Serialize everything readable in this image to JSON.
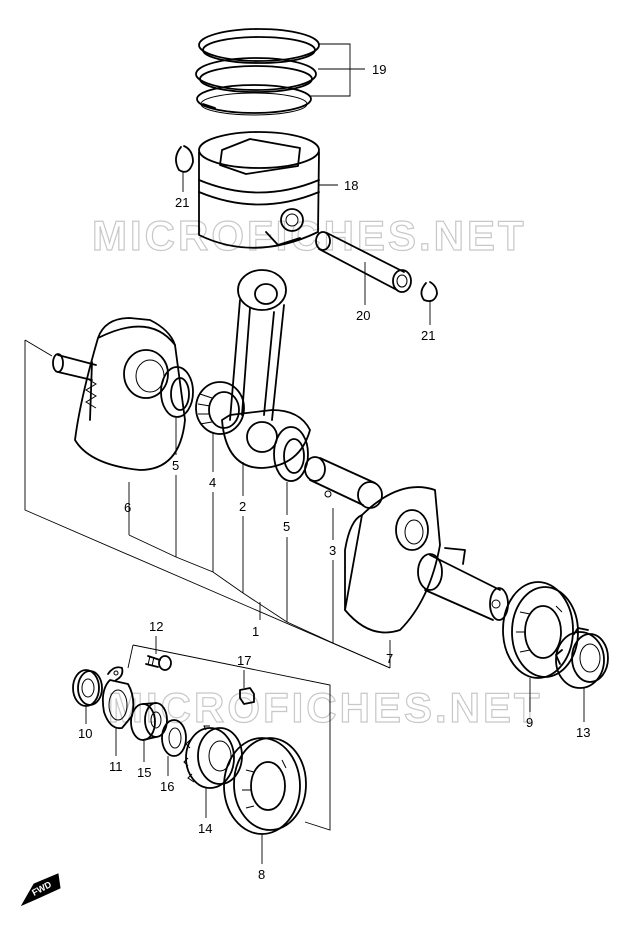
{
  "watermark": "MICROFICHES.NET",
  "direction_marker": "FWD",
  "callouts": [
    {
      "id": "19",
      "label": "19",
      "part": "piston-ring-set"
    },
    {
      "id": "18",
      "label": "18",
      "part": "piston"
    },
    {
      "id": "21a",
      "label": "21",
      "part": "piston-pin-circlip"
    },
    {
      "id": "20",
      "label": "20",
      "part": "piston-pin"
    },
    {
      "id": "21b",
      "label": "21",
      "part": "piston-pin-circlip"
    },
    {
      "id": "5a",
      "label": "5",
      "part": "thrust-washer"
    },
    {
      "id": "4",
      "label": "4",
      "part": "needle-bearing"
    },
    {
      "id": "2",
      "label": "2",
      "part": "connecting-rod"
    },
    {
      "id": "6",
      "label": "6",
      "part": "left-crank-web"
    },
    {
      "id": "5b",
      "label": "5",
      "part": "thrust-washer"
    },
    {
      "id": "3",
      "label": "3",
      "part": "crank-pin"
    },
    {
      "id": "1",
      "label": "1",
      "part": "crankshaft-assembly"
    },
    {
      "id": "7",
      "label": "7",
      "part": "right-crank-web"
    },
    {
      "id": "9",
      "label": "9",
      "part": "right-main-bearing"
    },
    {
      "id": "13",
      "label": "13",
      "part": "lock-nut"
    },
    {
      "id": "12",
      "label": "12",
      "part": "bolt"
    },
    {
      "id": "17",
      "label": "17",
      "part": "key"
    },
    {
      "id": "10",
      "label": "10",
      "part": "oil-seal"
    },
    {
      "id": "11",
      "label": "11",
      "part": "retainer-plate"
    },
    {
      "id": "15",
      "label": "15",
      "part": "spacer"
    },
    {
      "id": "16",
      "label": "16",
      "part": "washer"
    },
    {
      "id": "14",
      "label": "14",
      "part": "crank-drive-gear"
    },
    {
      "id": "8",
      "label": "8",
      "part": "left-main-bearing"
    }
  ]
}
